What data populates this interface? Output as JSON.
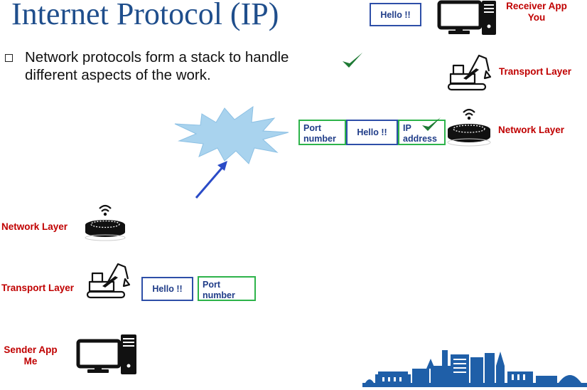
{
  "slide": {
    "title": "Internet Protocol (IP)",
    "bullet": "Network protocols form a stack to handle different aspects of the work."
  },
  "receiver": {
    "app_label": "Receiver  App\nYou",
    "message": "Hello !!",
    "transport_label": "Transport Layer",
    "network_label": "Network  Layer",
    "packet": {
      "port_label": "Port\nnumber",
      "message": "Hello !!",
      "ip_label": "IP\naddress"
    }
  },
  "sender": {
    "network_label": "Network  Layer",
    "transport_label": "Transport Layer",
    "app_label": "Sender App\nMe",
    "segment": {
      "message": "Hello !!",
      "port_label": "Port\nnumber"
    }
  },
  "colors": {
    "title": "#1f4e8c",
    "layer_label": "#c00000",
    "box_blue": "#2e4fa8",
    "box_green": "#2db34a",
    "check": "#1e7a34",
    "cloud": "#a9d3ee",
    "arrow": "#2a4bc7"
  },
  "icons": [
    "computer-icon",
    "excavator-icon",
    "router-icon",
    "checkmark-icon",
    "cloud-burst-icon",
    "arrow-icon",
    "skyline-icon"
  ]
}
